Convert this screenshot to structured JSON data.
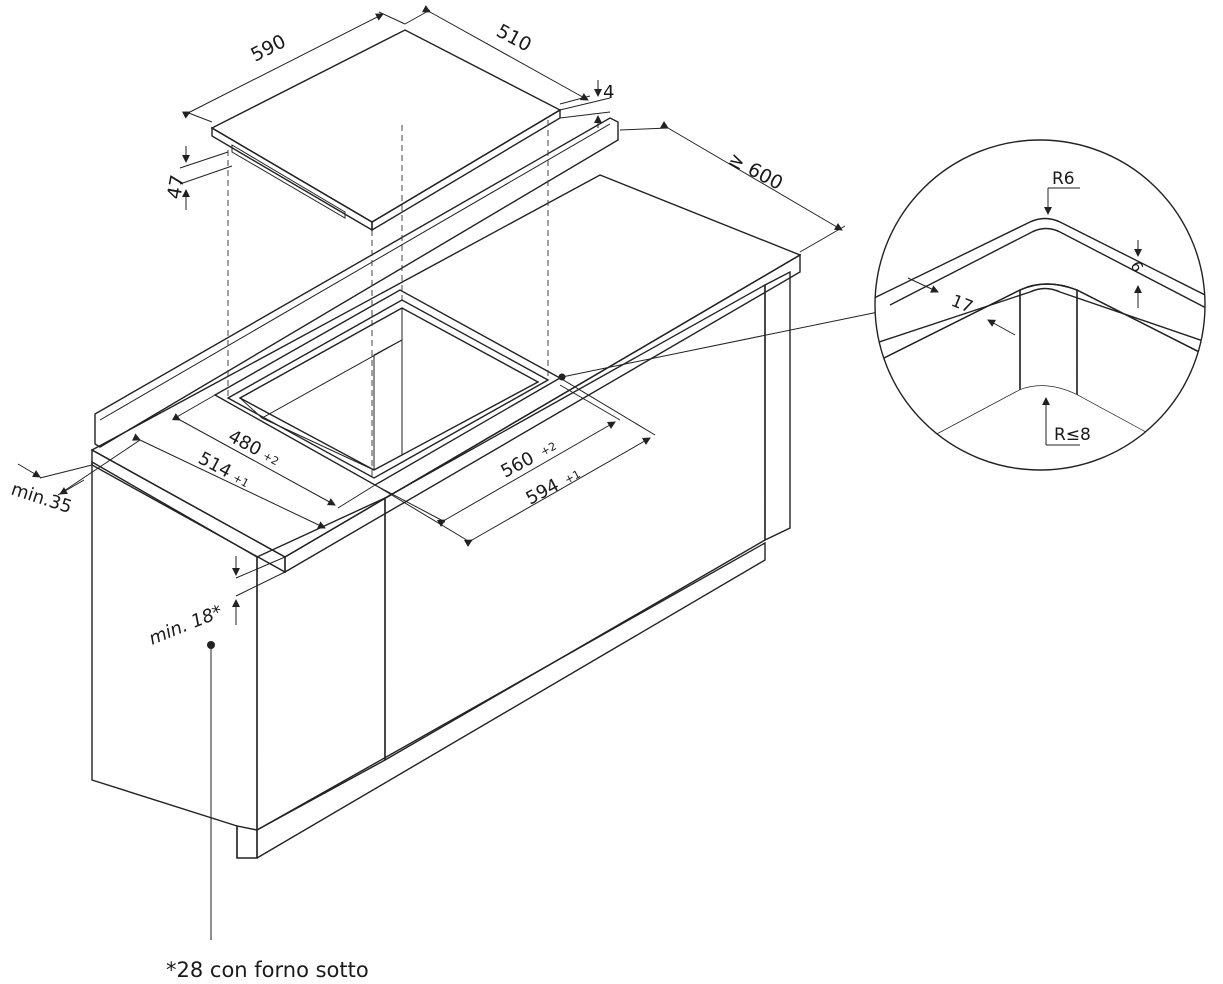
{
  "dimensions": {
    "hob_width": "590",
    "hob_depth": "510",
    "hob_thickness": "4",
    "hob_height": "47",
    "worktop_depth": "≥ 600",
    "cutout_inner_depth": "480",
    "cutout_inner_depth_tol": "+2",
    "cutout_outer_depth": "514",
    "cutout_outer_depth_tol": "+1",
    "cutout_inner_width": "560",
    "cutout_inner_width_tol": "+2",
    "cutout_outer_width": "594",
    "cutout_outer_width_tol": "+1",
    "front_distance": "min.35",
    "worktop_thickness": "min. 18*"
  },
  "detail": {
    "radius_top": "R6",
    "depth": "6",
    "rebate_width": "17",
    "radius_corner": "R≤8"
  },
  "footnote": "*28 con forno sotto",
  "colors": {
    "surface": "#e6e6e6",
    "inner": "#d6d6d6",
    "line": "#222222"
  }
}
